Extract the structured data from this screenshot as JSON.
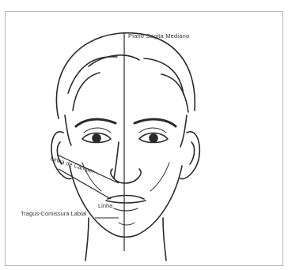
{
  "labels": {
    "plano_sagital": "Plano Sagita Mediano",
    "linha_camper": "Linha de Camper",
    "linha": "Linha",
    "tragus_comissura": "Tragus-Comissura Labial"
  },
  "colors": {
    "line": "#2a2a2a",
    "text": "#333333",
    "frame": "#b8b8b8"
  }
}
